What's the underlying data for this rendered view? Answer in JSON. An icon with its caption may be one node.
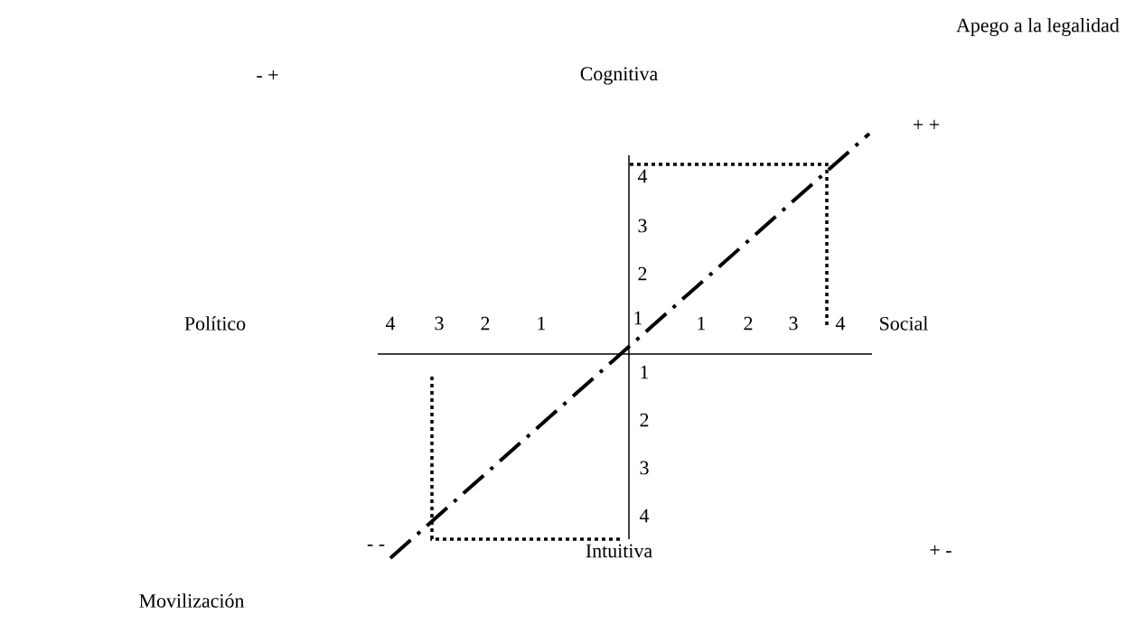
{
  "diagram": {
    "labels": [
      "Apego a la legalidad",
      "- +",
      "Cognitiva",
      "+ +",
      "4",
      "3",
      "2",
      "Político",
      "4",
      "3",
      "2",
      "1",
      "1",
      "1",
      "2",
      "3",
      "4",
      "Social",
      "1",
      "2",
      "3",
      "4",
      "- -",
      "Intuitiva",
      "+ -",
      "Movilización"
    ]
  }
}
